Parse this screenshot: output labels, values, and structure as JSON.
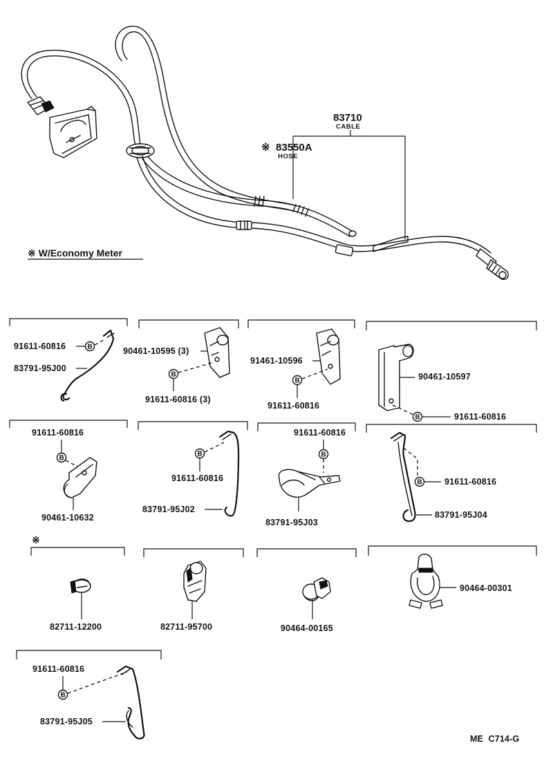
{
  "diagram": {
    "cable": {
      "part_no": "83710",
      "name": "CABLE"
    },
    "hose": {
      "mark": "※",
      "part_no": "83550A",
      "name": "HOSE"
    },
    "economy_note": "※ W/Economy Meter",
    "clamp_symbol": "B",
    "groups": {
      "g1": {
        "bolt": "91611-60816",
        "clamp": "83791-95J00"
      },
      "g2": {
        "clamp": "90461-10595 (3)",
        "bolt": "91611-60816 (3)"
      },
      "g3": {
        "clamp": "91461-10596",
        "bolt": "91611-60816"
      },
      "g4": {
        "clamp": "90461-10597",
        "bolt": "91611-60816"
      },
      "g5": {
        "bolt": "91611-60816",
        "clamp": "90461-10632"
      },
      "g6": {
        "bolt": "91611-60816",
        "clamp": "83791-95J02"
      },
      "g7": {
        "bolt": "91611-60816",
        "clamp": "83791-95J03"
      },
      "g8": {
        "bolt": "91611-60816",
        "clamp": "83791-95J04"
      },
      "g9": {
        "mark": "※",
        "part": "82711-12200"
      },
      "g10": {
        "part": "82711-95700"
      },
      "g11": {
        "part": "90464-00165"
      },
      "g12": {
        "part": "90464-00301"
      },
      "g13": {
        "bolt": "91611-60816",
        "clamp": "83791-95J05"
      }
    },
    "footer_code": "ME  C714-G"
  }
}
